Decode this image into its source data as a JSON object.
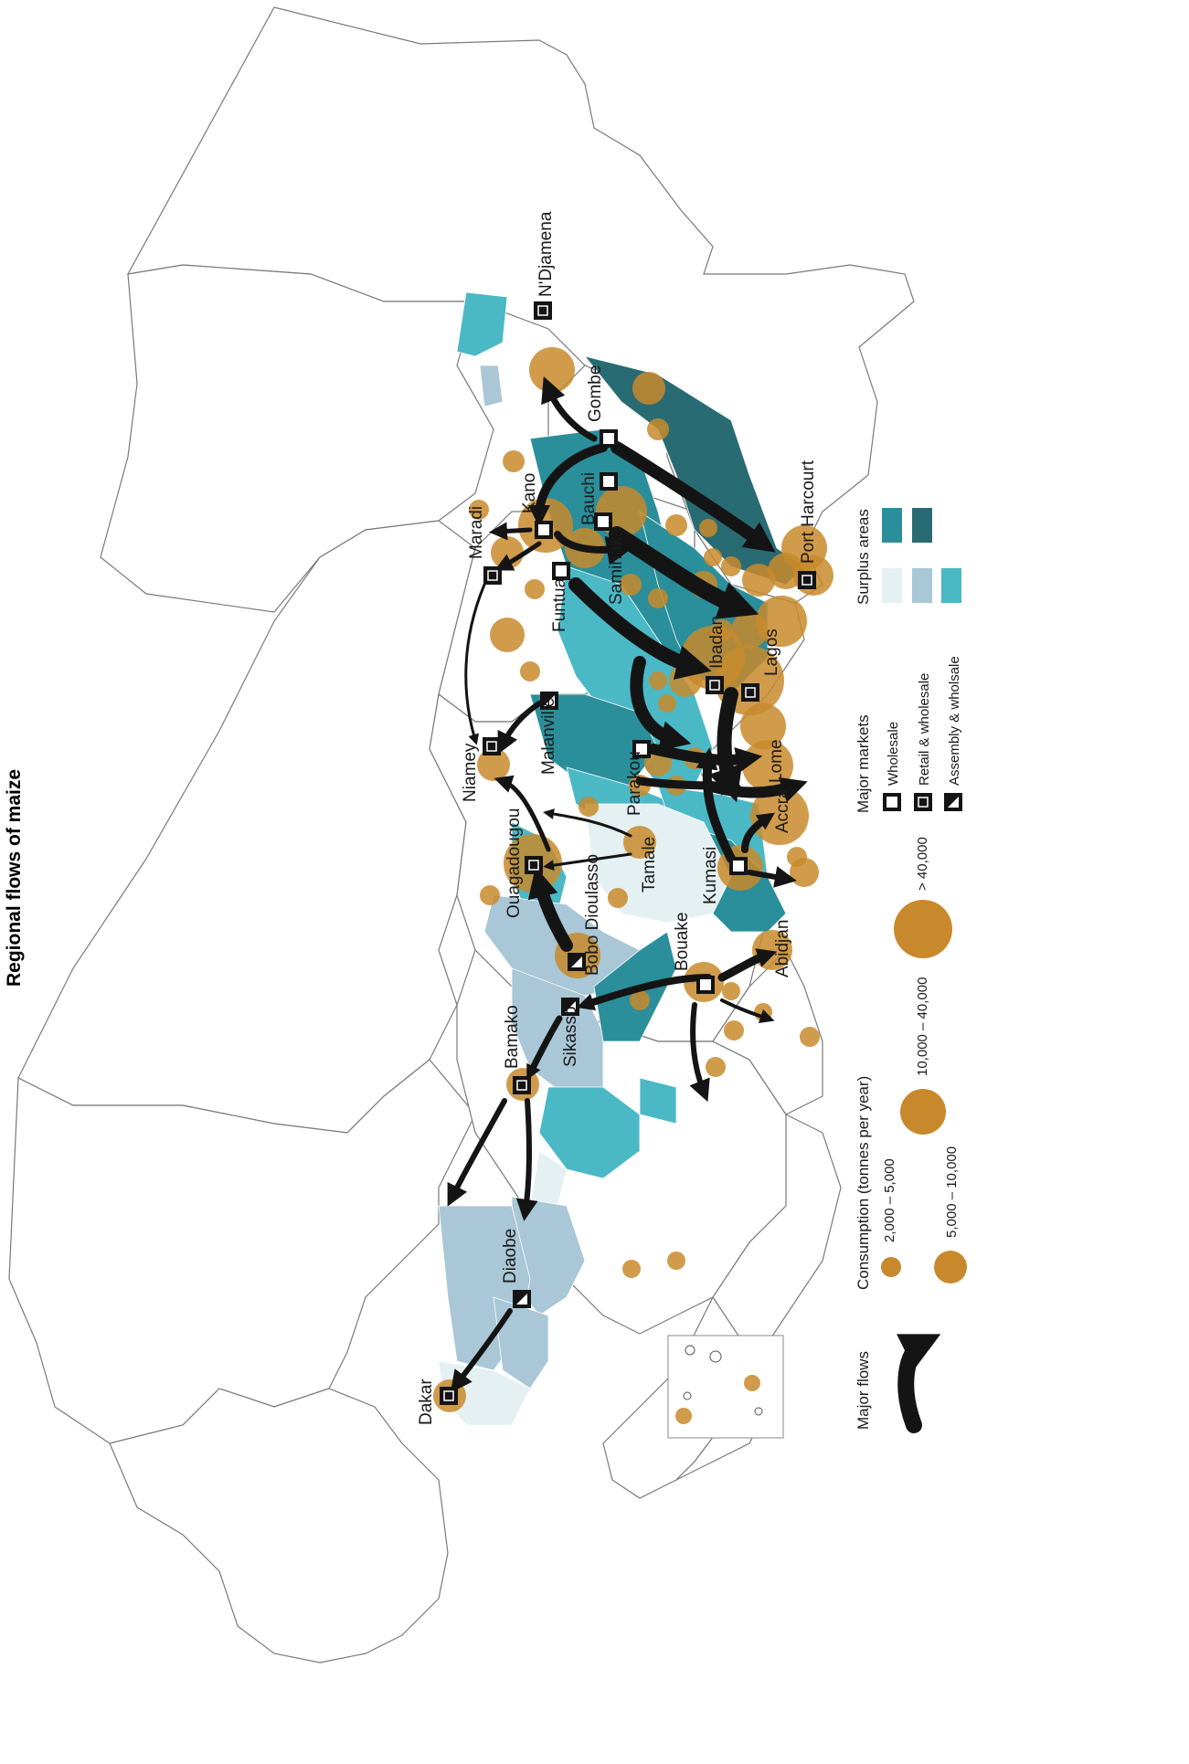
{
  "title": "Regional flows of maize",
  "colors": {
    "consumption": "#c8892c",
    "surplus_1": "#e4f0f2",
    "surplus_2": "#a9c7d6",
    "surplus_3": "#4bb8c6",
    "surplus_4": "#2a8f9a",
    "surplus_5": "#296b73",
    "flow": "#141414"
  },
  "markets": [
    {
      "name": "N'Djamena",
      "type": "retail_wholesale"
    },
    {
      "name": "Gombe",
      "type": "wholesale"
    },
    {
      "name": "Bauchi",
      "type": "wholesale"
    },
    {
      "name": "Kano",
      "type": "wholesale"
    },
    {
      "name": "Saminaka",
      "type": "wholesale"
    },
    {
      "name": "Maradi",
      "type": "retail_wholesale"
    },
    {
      "name": "Funtua",
      "type": "wholesale"
    },
    {
      "name": "Port Harcourt",
      "type": "retail_wholesale"
    },
    {
      "name": "Ibadan",
      "type": "retail_wholesale"
    },
    {
      "name": "Lagos",
      "type": "retail_wholesale"
    },
    {
      "name": "Niamey",
      "type": "retail_wholesale"
    },
    {
      "name": "Malanville",
      "type": "assembly_wholesale"
    },
    {
      "name": "Parakou",
      "type": "wholesale"
    },
    {
      "name": "Lome",
      "type": "retail_wholesale"
    },
    {
      "name": "Accra",
      "type": "retail_wholesale"
    },
    {
      "name": "Ouagadougou",
      "type": "retail_wholesale"
    },
    {
      "name": "Tamale",
      "type": "none"
    },
    {
      "name": "Kumasi",
      "type": "wholesale"
    },
    {
      "name": "Bobo Dioulasso",
      "type": "assembly_wholesale"
    },
    {
      "name": "Abidjan",
      "type": "none"
    },
    {
      "name": "Bouake",
      "type": "wholesale"
    },
    {
      "name": "Sikasso",
      "type": "assembly_wholesale"
    },
    {
      "name": "Bamako",
      "type": "retail_wholesale"
    },
    {
      "name": "Diaobe",
      "type": "assembly_wholesale"
    },
    {
      "name": "Dakar",
      "type": "retail_wholesale"
    }
  ],
  "legend": {
    "flows_title": "Major flows",
    "consumption_title": "Consumption (tonnes per year)",
    "consumption_classes": [
      "2,000 – 5,000",
      "5,000 – 10,000",
      "10,000 – 40,000",
      "> 40,000"
    ],
    "markets_title": "Major markets",
    "market_types": [
      "Wholesale",
      "Retail & wholesale",
      "Assembly & wholsale"
    ],
    "surplus_title": "Surplus areas"
  }
}
